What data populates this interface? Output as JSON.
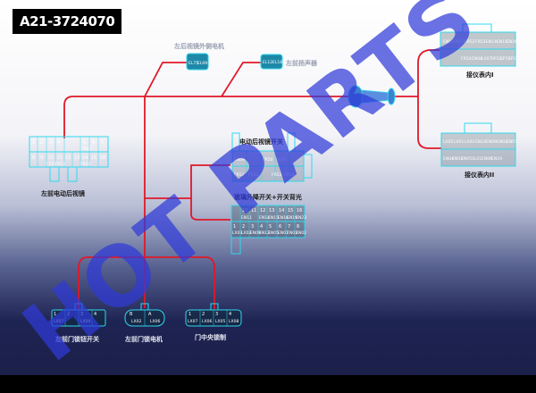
{
  "title": "A21-3724070",
  "watermark": "HOT PARTS",
  "labels": {
    "left_mirror_motor": "左后视镜外侧电机",
    "left_speaker": "左前扬声器",
    "left_window_switch": "左前电动后视镜",
    "mirror_switch": "电动后视镜开关",
    "window_lift_switch": "玻璃升降开关+开关背光",
    "instrument_i": "接仪表内I",
    "instrument_ii": "接仪表内II",
    "door_lock_switch": "左前门锁钮开关",
    "door_lock_motor": "左前门锁电机",
    "central_lock": "门中央锁制"
  },
  "pins": {
    "mirror_motor": [
      "EL75",
      "EL09"
    ],
    "speaker": [
      "EL12",
      "EL18"
    ],
    "inst1_top": [
      "EN11",
      "EN13",
      "FR52",
      "FR53",
      "EN14",
      "EN15",
      "EN16"
    ],
    "inst1_bot": [
      "FR50",
      "EN08",
      "LX07",
      "SP12",
      "SP11",
      "SP13"
    ],
    "inst2_top": [
      "LX05",
      "LX01",
      "LX02",
      "EN10",
      "EN09",
      "EN02",
      "EN07"
    ],
    "inst2_bot": [
      "EN04",
      "EN03",
      "EN05",
      "SL01",
      "EN06",
      "EN19"
    ],
    "window_top": [
      "1",
      "2",
      "3",
      "4",
      "5",
      "6",
      "7"
    ],
    "window_top_wires": [
      "",
      "",
      "",
      "",
      "FR51",
      "",
      ""
    ],
    "window_bot": [
      "8",
      "9",
      "10",
      "11",
      "12",
      "13",
      "14",
      "15",
      "16"
    ],
    "window_bot_wires": [
      "",
      "",
      "FR50",
      "FR52",
      "",
      "FR53",
      "",
      "",
      ""
    ],
    "mirror_sw_top": [
      "EN09",
      "",
      "FR50",
      "SL01"
    ],
    "mirror_sw_bot": [
      "FR52",
      "FR51",
      "",
      "FR53",
      "FR54"
    ],
    "lift_top": [
      "10",
      "11",
      "12",
      "13",
      "14",
      "15",
      "16"
    ],
    "lift_top_wires": [
      "EN11",
      "",
      "EN14",
      "EN15",
      "EN16",
      "EN19",
      "EN23"
    ],
    "lift_bot": [
      "1",
      "2",
      "3",
      "4",
      "5",
      "6",
      "7",
      "8"
    ],
    "lift_bot_wires": [
      "LX03",
      "LX02",
      "EN09",
      "EN13",
      "EN05",
      "EN07",
      "EN03",
      "EN02"
    ],
    "lock_switch": [
      "LX07",
      "",
      "LX04",
      ""
    ],
    "lock_motor": [
      "LX02",
      "LX06"
    ],
    "central": [
      "LX07",
      "LX06",
      "LX05",
      "LX08"
    ]
  },
  "colors": {
    "wire": "#e01828",
    "connector": "#2fd8ec",
    "watermark": "#2f3ad8"
  }
}
